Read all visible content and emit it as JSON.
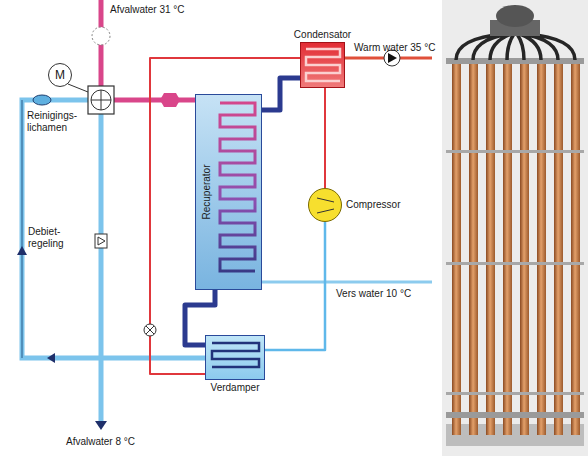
{
  "diagram": {
    "nodes": [
      {
        "text": [
          "Condensator"
        ]
      },
      {
        "text": [
          "M"
        ]
      },
      {
        "text": [
          "Recuperator"
        ]
      },
      {
        "text": [
          "Compressor"
        ]
      },
      {
        "text": [
          "Verdamper"
        ]
      }
    ],
    "edges": [
      {
        "from": 0,
        "to": 2,
        "arrow": "none"
      },
      {
        "from": 2,
        "to": 4,
        "arrow": "none"
      },
      {
        "from": 4,
        "to": 3,
        "arrow": "none"
      },
      {
        "from": 3,
        "to": 0,
        "arrow": "none"
      },
      {
        "from": 0,
        "to": 4,
        "arrow": "none"
      }
    ],
    "labels": [
      "Afvalwater 31 °C",
      "Warm water 35 °C",
      "Reinigings- lichamen",
      "Debiet- regeling",
      "Vers water 10 °C",
      "Afvalwater 8 °C"
    ]
  }
}
